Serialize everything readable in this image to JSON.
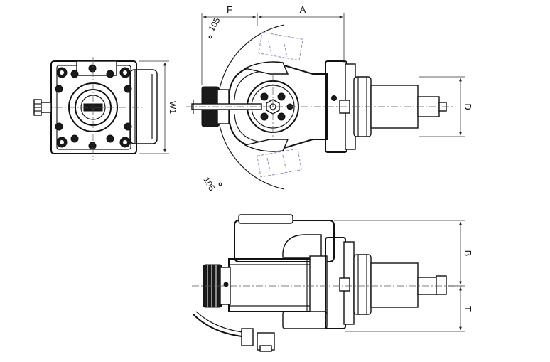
{
  "labels": {
    "F": "F",
    "A": "A",
    "D": "D",
    "W1": "W1",
    "B": "B",
    "T": "T",
    "angle_top": "105",
    "angle_bottom": "105"
  }
}
